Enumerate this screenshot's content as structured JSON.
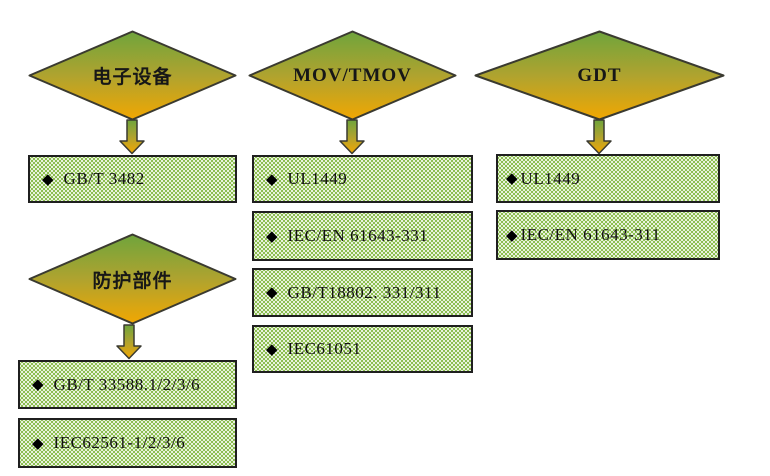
{
  "palette": {
    "diamond_gradient_top": "#6FA43C",
    "diamond_gradient_mid": "#AFA32F",
    "diamond_gradient_bottom": "#F1A702",
    "shape_stroke": "#3A3A30",
    "box_border": "#1F1F1F",
    "box_pattern_green": "#8CBE50",
    "box_pattern_dot": "#FFFFFF",
    "text_color": "#000000"
  },
  "groups": [
    {
      "id": "electronic-equipment",
      "diamond_label": "电子设备",
      "standards": [
        {
          "bullet": "◆",
          "label": "GB/T 3482"
        }
      ]
    },
    {
      "id": "protection-components",
      "diamond_label": "防护部件",
      "standards": [
        {
          "bullet": "◆",
          "label": "GB/T 33588.1/2/3/6"
        },
        {
          "bullet": "◆",
          "label": "IEC62561-1/2/3/6"
        }
      ]
    },
    {
      "id": "mov-tmov",
      "diamond_label": "MOV/TMOV",
      "standards": [
        {
          "bullet": "◆",
          "label": "UL1449"
        },
        {
          "bullet": "◆",
          "label": "IEC/EN 61643-331"
        },
        {
          "bullet": "◆",
          "label": "GB/T18802. 331/311"
        },
        {
          "bullet": "◆",
          "label": "IEC61051"
        }
      ]
    },
    {
      "id": "gdt",
      "diamond_label": "GDT",
      "standards": [
        {
          "bullet": "◆",
          "label": "UL1449"
        },
        {
          "bullet": "◆",
          "label": "IEC/EN 61643-311"
        }
      ]
    }
  ]
}
